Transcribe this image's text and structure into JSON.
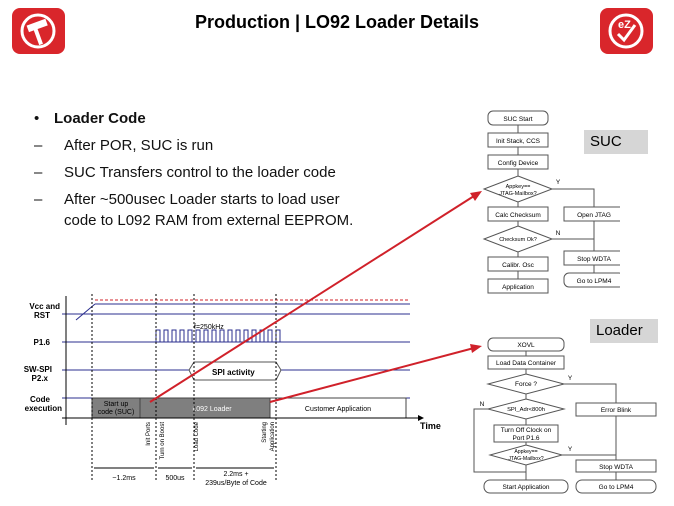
{
  "header": {
    "title": "Production | LO92 Loader Details",
    "logo_left_icon": "hammer-icon",
    "logo_right_icon": "ez-check-icon",
    "logo_right_text": "eZ"
  },
  "bullets": {
    "heading": "Loader Code",
    "items": [
      "After POR, SUC is run",
      "SUC Transfers control to the loader code",
      "After ~500usec Loader starts to load user",
      "code to L092 RAM from external EEPROM."
    ],
    "dash": "–",
    "dot": "•"
  },
  "tags": {
    "suc": "SUC",
    "loader": "Loader"
  },
  "suc_flow": {
    "start": "SUC Start",
    "init": "Init Stack, CCS",
    "config": "Config Device",
    "appkey": "Appkey==",
    "appkey2": "JTAG-Mailbox?",
    "yes": "Y",
    "calc": "Calc Checksum",
    "open": "Open JTAG",
    "check": "Checksum Ok?",
    "no": "N",
    "calib": "Calibr. Osc",
    "stop": "Stop WDTA",
    "app": "Application",
    "lpm": "Go to LPM4"
  },
  "loader_flow": {
    "xovl": "XOVL",
    "load": "Load Data Container",
    "force": "Force ?",
    "y1": "Y",
    "spi": "SPI_Adr<800h",
    "n": "N",
    "err": "Error Blink",
    "turnoff1": "Turn Off Clock on",
    "turnoff2": "Port P1.6",
    "appkey": "Appkey==",
    "appkey2": "JTAG-Mailbox?",
    "y2": "Y",
    "stop": "Stop WDTA",
    "start_app": "Start Application",
    "lpm": "Go to LPM4"
  },
  "timing": {
    "vcc": "Vcc and",
    "rst": "RST",
    "p16": "P1.6",
    "swspi": "SW-SPI",
    "p2x": "P2.x",
    "code": "Code",
    "execution": "execution",
    "freq": "f=250kHz",
    "spi_activity": "SPI activity",
    "startup1": "Start up",
    "startup2": "code (SUC)",
    "l092": "L092 Loader",
    "customer": "Customer Application",
    "time": "Time",
    "init_ports": "Init Ports",
    "turn_on_boost": "Turn on Boost",
    "load_code": "Load Code",
    "starting1": "Starting",
    "starting2": "Application",
    "d1": "~1.2ms",
    "d2": "500us",
    "d3a": "2.2ms +",
    "d3b": "239us/Byte of Code"
  },
  "colors": {
    "accent": "#d9262b",
    "blue": "#2b2f8f",
    "arrow": "#d0212a",
    "bar": "#7f7f7f"
  }
}
